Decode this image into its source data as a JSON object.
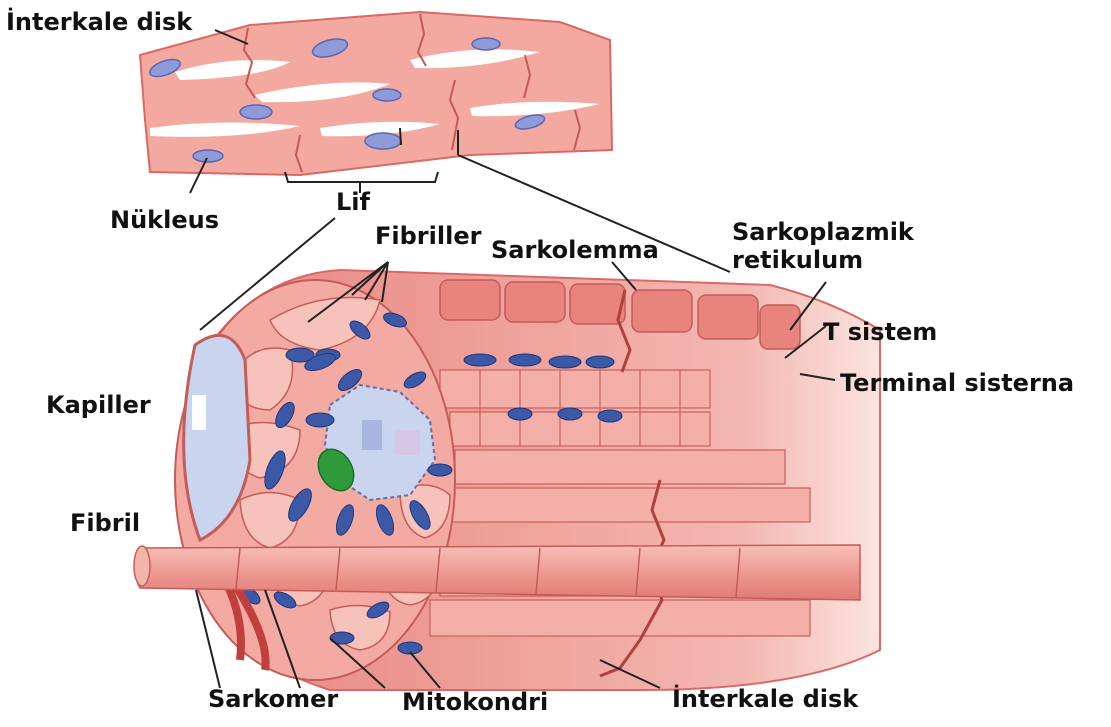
{
  "labels": {
    "interkale_disk_top": "İnterkale disk",
    "nukleus": "Nükleus",
    "lif": "Lif",
    "fibriller": "Fibriller",
    "sarkolemma": "Sarkolemma",
    "sarkoplazmik_retikulum": "Sarkoplazmik\nretikulum",
    "t_sistem": "T sistem",
    "terminal_sisterna": "Terminal sisterna",
    "kapiller": "Kapiller",
    "fibril": "Fibril",
    "sarkomer": "Sarkomer",
    "mitokondri": "Mitokondri",
    "interkale_disk_bottom": "İnterkale disk"
  },
  "colors": {
    "muscle": "#f0a49c",
    "muscle_dark": "#d86a66",
    "muscle_light": "#f8cfc8",
    "nucleus": "#8f9ad8",
    "mitochondria": "#3c59a8",
    "capillary": "#c9d4ee",
    "green_cell": "#2f9a3a",
    "leader_line": "#222222"
  }
}
